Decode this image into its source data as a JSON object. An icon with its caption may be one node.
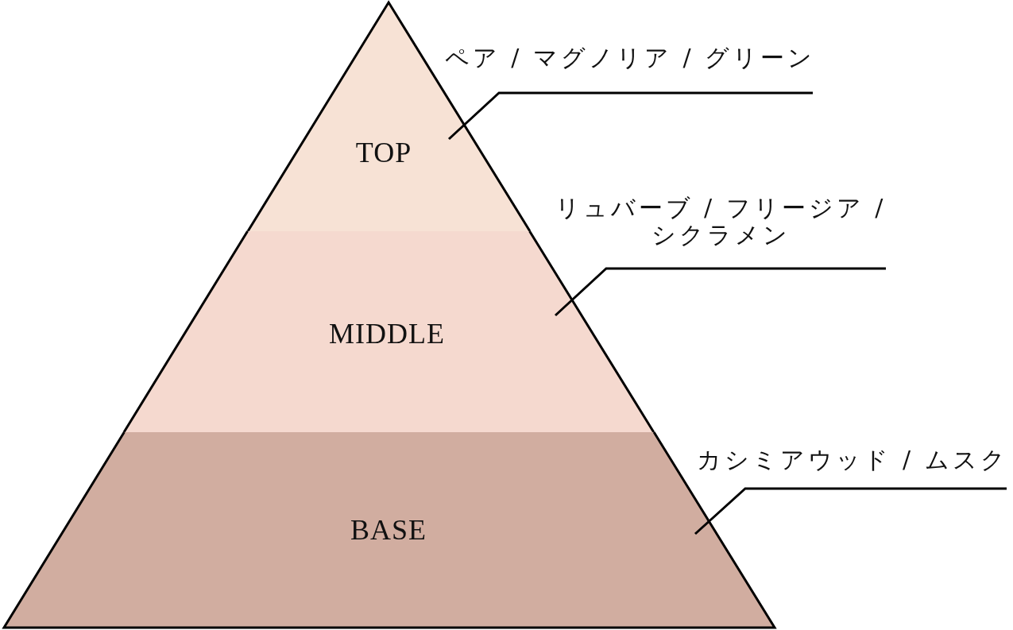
{
  "diagram": {
    "nodes": [
      {
        "text": [
          "TOP"
        ]
      },
      {
        "text": [
          "MIDDLE"
        ]
      },
      {
        "text": [
          "BASE"
        ]
      },
      {
        "text": [
          "ペア / マグノリア / グリーン"
        ]
      },
      {
        "text": [
          "リュバーブ / フリージア / シクラメン"
        ]
      },
      {
        "text": [
          "カシミアウッド / ムスク"
        ]
      }
    ],
    "edges": [
      {
        "from": 3,
        "to": 0,
        "arrow": "none"
      },
      {
        "from": 4,
        "to": 1,
        "arrow": "none"
      },
      {
        "from": 5,
        "to": 2,
        "arrow": "none"
      }
    ]
  }
}
